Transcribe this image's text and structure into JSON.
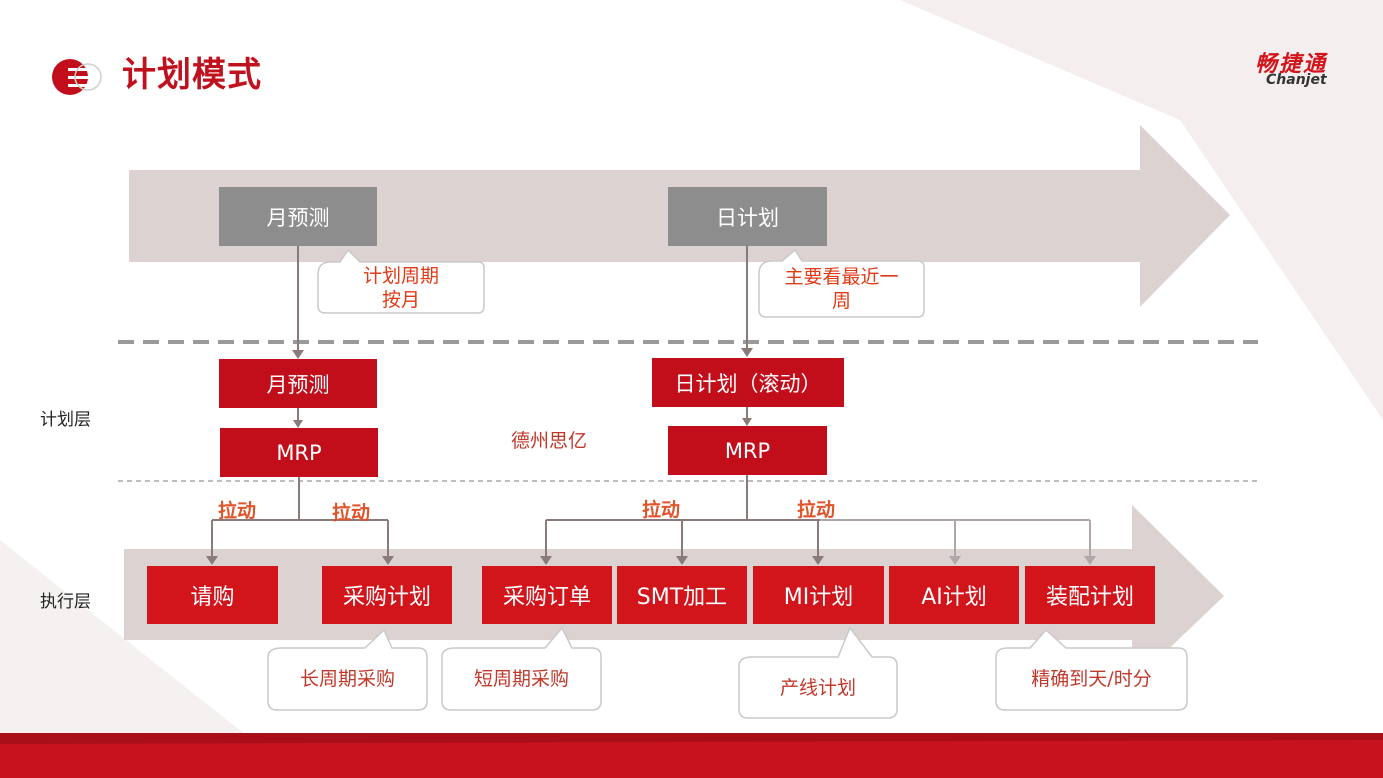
{
  "title": "计划模式",
  "logo": {
    "cn": "畅捷通",
    "en": "Chanjet"
  },
  "layers": {
    "plan": "计划层",
    "exec": "执行层"
  },
  "top_boxes": {
    "month": "月预测",
    "day": "日计划"
  },
  "top_callouts": {
    "month": [
      "计划周期",
      "按月"
    ],
    "day": [
      "主要看最近一",
      "周"
    ]
  },
  "plan_boxes": {
    "month": "月预测",
    "month_mrp": "MRP",
    "day": "日计划（滚动）",
    "day_mrp": "MRP"
  },
  "note": "德州思亿",
  "pull_labels": [
    "拉动",
    "拉动",
    "拉动",
    "拉动"
  ],
  "exec_boxes": [
    "请购",
    "采购计划",
    "采购订单",
    "SMT加工",
    "MI计划",
    "AI计划",
    "装配计划"
  ],
  "bottom_callouts": [
    "长周期采购",
    "短周期采购",
    "产线计划",
    "精确到天/时分"
  ],
  "colors": {
    "brand_red": "#c20e1a",
    "exec_red": "#d2141b",
    "gray_box": "#8d8d8d",
    "arrow_band": "#dcd2d2",
    "pull_orange": "#e0542a"
  }
}
